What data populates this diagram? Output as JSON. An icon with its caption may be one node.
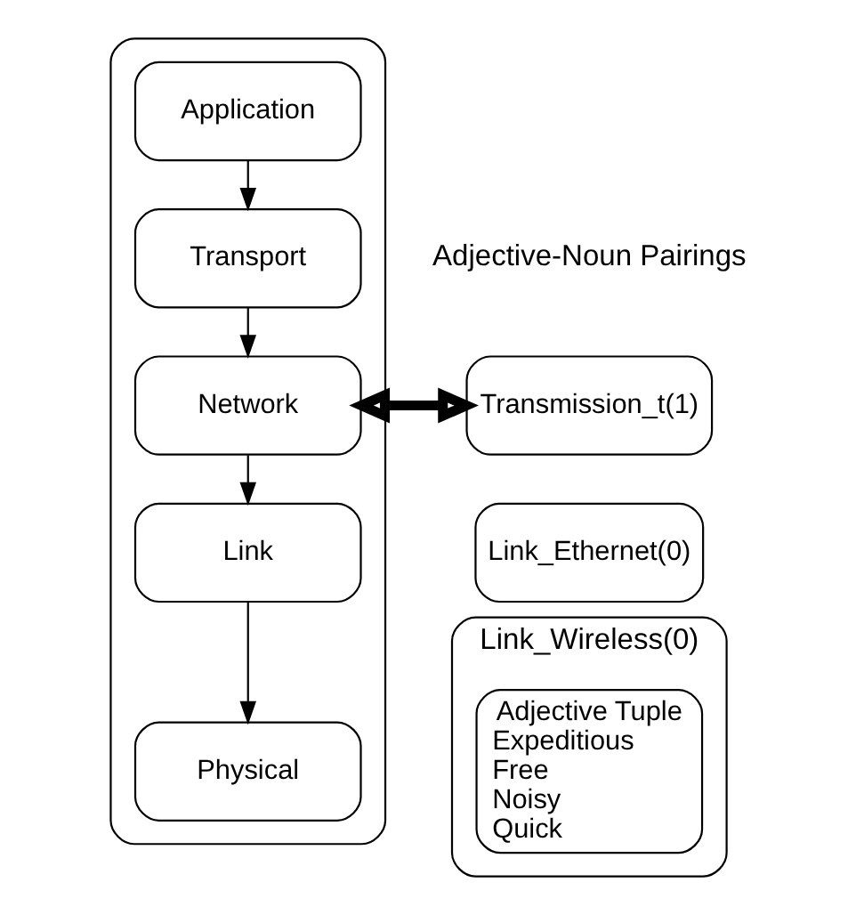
{
  "diagram": {
    "nodes": [
      {
        "text": [],
        "shape": "box"
      },
      {
        "text": [
          "Application"
        ],
        "in": 0
      },
      {
        "text": [
          "Transport"
        ],
        "in": 0
      },
      {
        "text": [
          "Network"
        ],
        "in": 0
      },
      {
        "text": [
          "Link"
        ],
        "in": 0
      },
      {
        "text": [
          "Physical"
        ],
        "in": 0
      },
      {
        "text": [
          "Transmission_t(1)"
        ]
      },
      {
        "text": [
          "Link_Ethernet(0)"
        ]
      },
      {
        "text": [
          "Link_Wireless(0)"
        ]
      },
      {
        "text": [
          "Adjective Tuple",
          "Expeditious",
          "Free",
          "Noisy",
          "Quick"
        ],
        "in": 8
      }
    ],
    "edges": [
      {
        "from": 1,
        "to": 2,
        "arrow": "to"
      },
      {
        "from": 2,
        "to": 3,
        "arrow": "to"
      },
      {
        "from": 3,
        "to": 4,
        "arrow": "to"
      },
      {
        "from": 4,
        "to": 5,
        "arrow": "to"
      },
      {
        "from": 3,
        "to": 6,
        "arrow": "both",
        "style": "thick"
      }
    ],
    "labels": [
      "Adjective-Noun Pairings"
    ]
  }
}
